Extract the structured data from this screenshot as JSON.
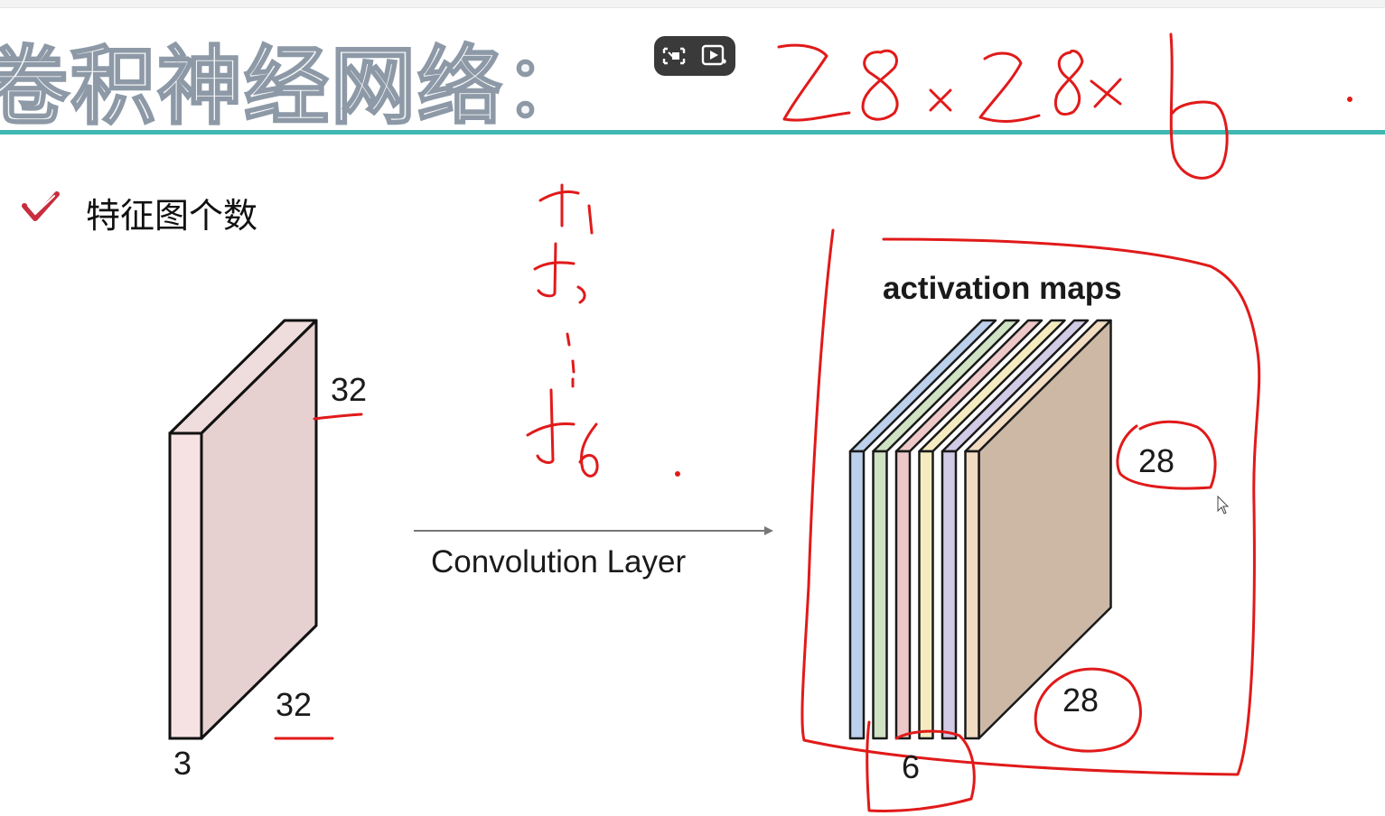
{
  "slide": {
    "title": "卷积神经网络：",
    "bullet": "特征图个数"
  },
  "input_volume": {
    "height_label": "32",
    "width_label": "32",
    "depth_label": "3"
  },
  "operation_label": "Convolution Layer",
  "output_volume": {
    "title": "activation maps",
    "height_label": "28",
    "width_label": "28",
    "depth_label": "6",
    "map_colors": [
      "#bcd0ec",
      "#cfe2c4",
      "#eec8c8",
      "#f4ecc0",
      "#d2cbe6",
      "#f1dbc1"
    ],
    "back_color": "#cdb8a6"
  },
  "handwritten_annotations": {
    "dimension_note": "28×28×6",
    "filters": [
      "f1",
      "f2",
      "f6"
    ],
    "ink_color": "#e11a1a"
  },
  "video_controls": [
    {
      "icon": "picture-in-picture-icon"
    },
    {
      "icon": "ai-video-play-icon"
    }
  ],
  "colors": {
    "title_rule": "#3fb8b3",
    "checkmark": "#c82d3d",
    "input_front": "#f7e2e3",
    "input_face": "#e6d0d0"
  }
}
